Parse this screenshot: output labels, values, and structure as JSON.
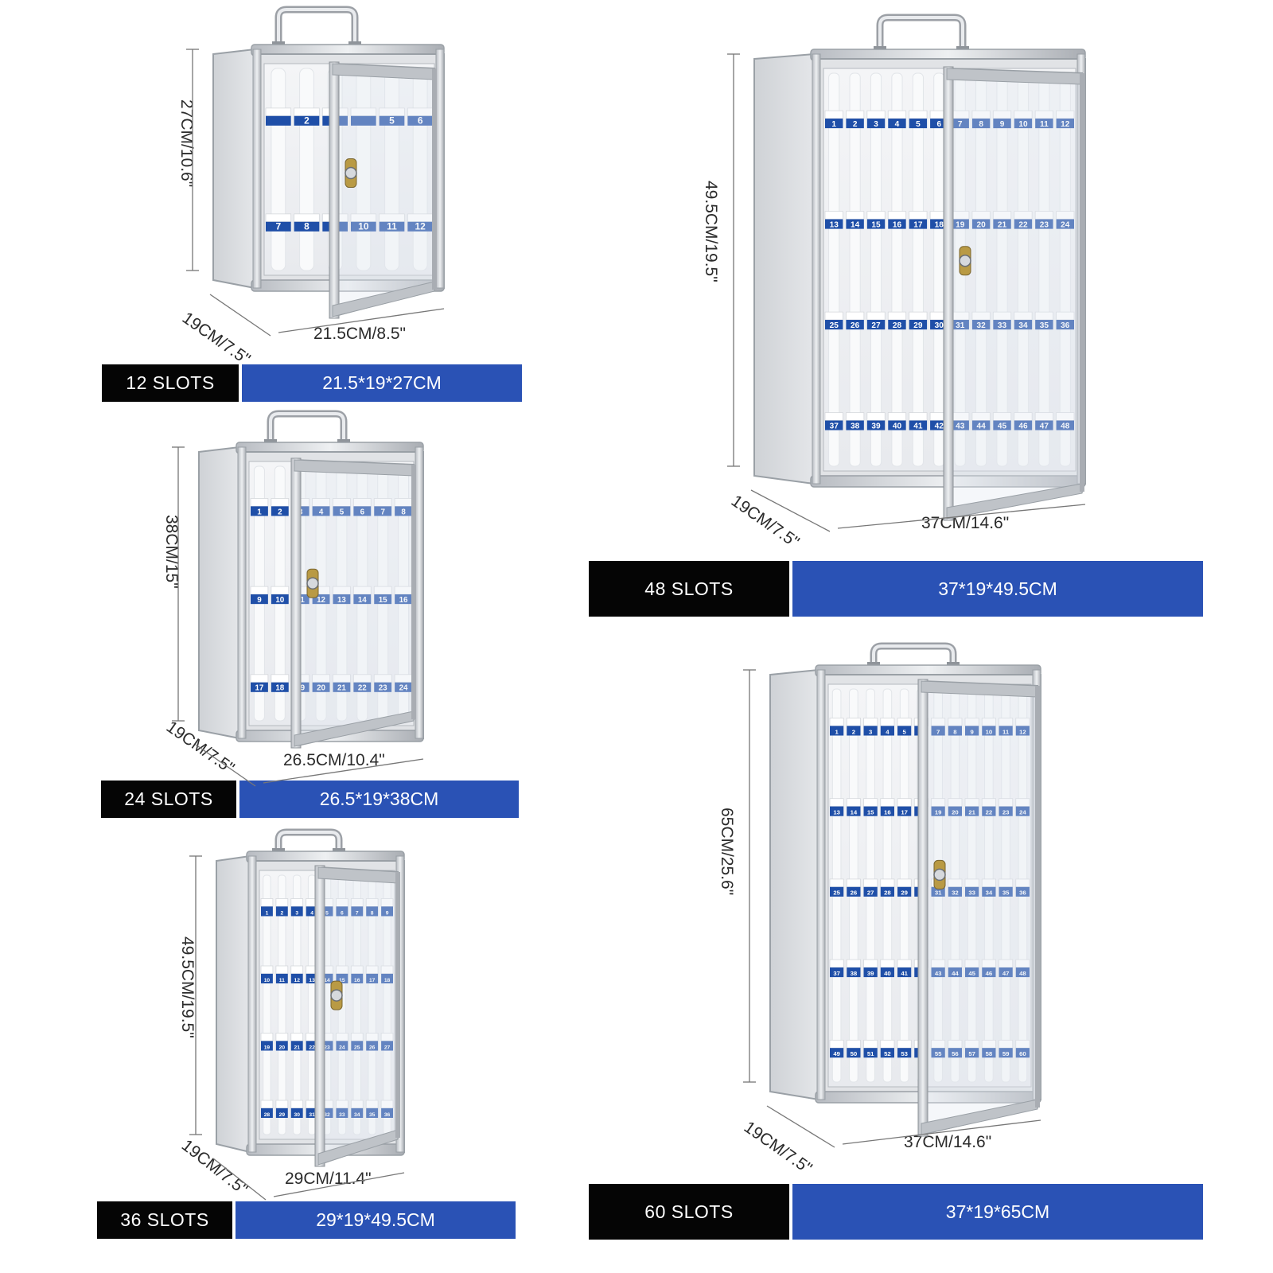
{
  "colors": {
    "label_black": "#050505",
    "label_blue": "#2a52b5",
    "tag_blue": "#1f4fa8",
    "aluminum": "#c9ccd1"
  },
  "products": [
    {
      "id": "p12",
      "slots_label": "12 SLOTS",
      "size_label": "21.5*19*27CM",
      "height_dim": "27CM/10.6\"",
      "depth_dim": "19CM/7.5\"",
      "width_dim": "21.5CM/8.5\"",
      "rows": [
        [
          "",
          "2",
          "3",
          "",
          "5",
          "6"
        ],
        [
          "7",
          "8",
          "9",
          "10",
          "11",
          "12"
        ]
      ]
    },
    {
      "id": "p24",
      "slots_label": "24 SLOTS",
      "size_label": "26.5*19*38CM",
      "height_dim": "38CM/15\"",
      "depth_dim": "19CM/7.5\"",
      "width_dim": "26.5CM/10.4\"",
      "rows": [
        [
          "1",
          "2",
          "3",
          "4",
          "5",
          "6",
          "7",
          "8"
        ],
        [
          "9",
          "10",
          "11",
          "12",
          "13",
          "14",
          "15",
          "16"
        ],
        [
          "17",
          "18",
          "19",
          "20",
          "21",
          "22",
          "23",
          "24"
        ]
      ]
    },
    {
      "id": "p36",
      "slots_label": "36 SLOTS",
      "size_label": "29*19*49.5CM",
      "height_dim": "49.5CM/19.5\"",
      "depth_dim": "19CM/7.5\"",
      "width_dim": "29CM/11.4\"",
      "rows": [
        [
          "1",
          "2",
          "3",
          "4",
          "5",
          "6",
          "7",
          "8",
          "9"
        ],
        [
          "10",
          "11",
          "12",
          "13",
          "14",
          "15",
          "16",
          "17",
          "18"
        ],
        [
          "19",
          "20",
          "21",
          "22",
          "23",
          "24",
          "25",
          "26",
          "27"
        ],
        [
          "28",
          "29",
          "30",
          "31",
          "32",
          "33",
          "34",
          "35",
          "36"
        ]
      ]
    },
    {
      "id": "p48",
      "slots_label": "48 SLOTS",
      "size_label": "37*19*49.5CM",
      "height_dim": "49.5CM/19.5\"",
      "depth_dim": "19CM/7.5\"",
      "width_dim": "37CM/14.6\"",
      "rows": [
        [
          "1",
          "2",
          "3",
          "4",
          "5",
          "6",
          "7",
          "8",
          "9",
          "10",
          "11",
          "12"
        ],
        [
          "13",
          "14",
          "15",
          "16",
          "17",
          "18",
          "19",
          "20",
          "21",
          "22",
          "23",
          "24"
        ],
        [
          "25",
          "26",
          "27",
          "28",
          "29",
          "30",
          "31",
          "32",
          "33",
          "34",
          "35",
          "36"
        ],
        [
          "37",
          "38",
          "39",
          "40",
          "41",
          "42",
          "43",
          "44",
          "45",
          "46",
          "47",
          "48"
        ]
      ]
    },
    {
      "id": "p60",
      "slots_label": "60 SLOTS",
      "size_label": "37*19*65CM",
      "height_dim": "65CM/25.6\"",
      "depth_dim": "19CM/7.5\"",
      "width_dim": "37CM/14.6\"",
      "rows": [
        [
          "1",
          "2",
          "3",
          "4",
          "5",
          "6",
          "7",
          "8",
          "9",
          "10",
          "11",
          "12"
        ],
        [
          "13",
          "14",
          "15",
          "16",
          "17",
          "18",
          "19",
          "20",
          "21",
          "22",
          "23",
          "24"
        ],
        [
          "25",
          "26",
          "27",
          "28",
          "29",
          "30",
          "31",
          "32",
          "33",
          "34",
          "35",
          "36"
        ],
        [
          "37",
          "38",
          "39",
          "40",
          "41",
          "42",
          "43",
          "44",
          "45",
          "46",
          "47",
          "48"
        ],
        [
          "49",
          "50",
          "51",
          "52",
          "53",
          "54",
          "55",
          "56",
          "57",
          "58",
          "59",
          "60"
        ]
      ]
    }
  ]
}
